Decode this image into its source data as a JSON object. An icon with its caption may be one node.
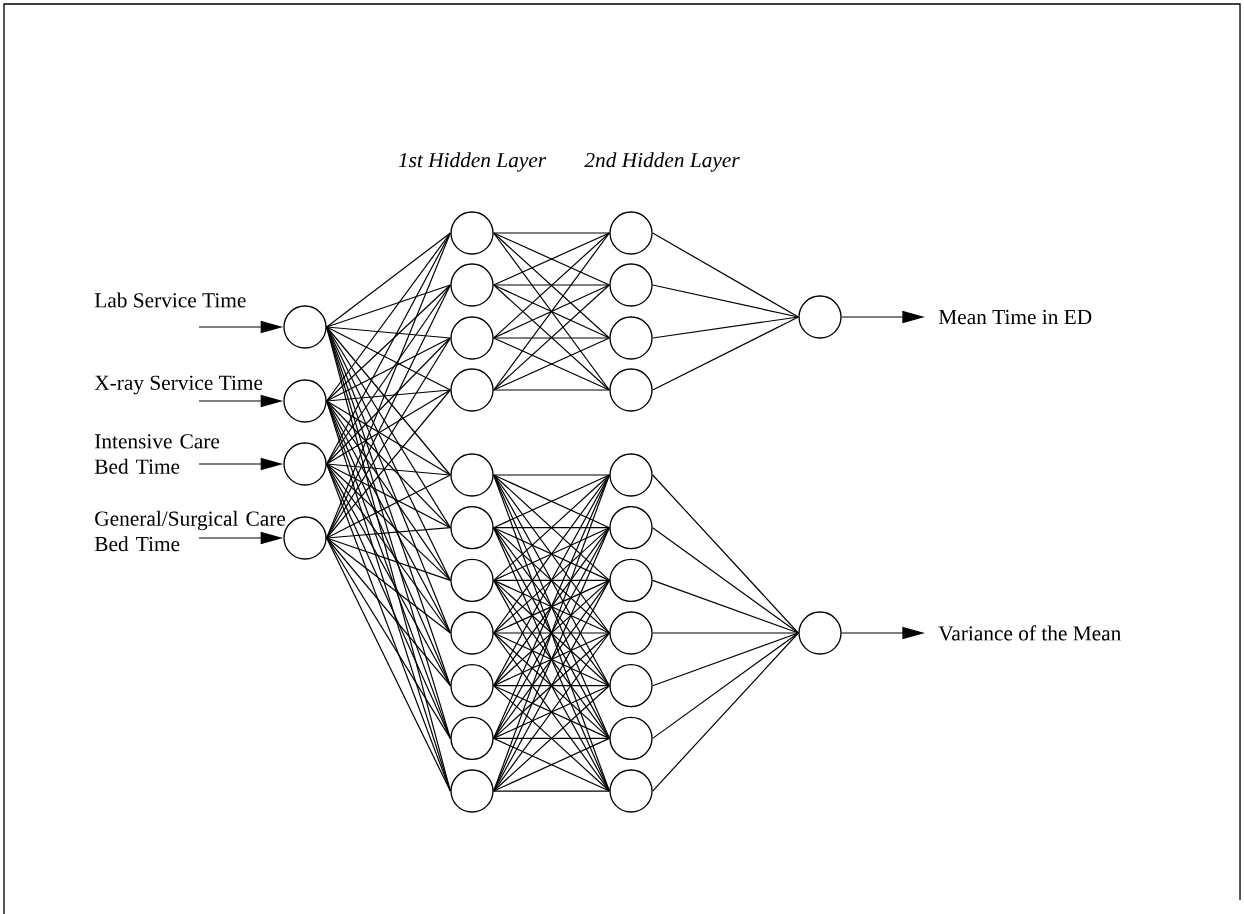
{
  "diagram": {
    "nodes": [
      {
        "text": [],
        "shape": "circle"
      },
      {
        "text": [],
        "shape": "circle"
      },
      {
        "text": [],
        "shape": "circle"
      },
      {
        "text": [],
        "shape": "circle"
      },
      {
        "text": [],
        "shape": "circle"
      },
      {
        "text": [],
        "shape": "circle"
      },
      {
        "text": [],
        "shape": "circle"
      },
      {
        "text": [],
        "shape": "circle"
      },
      {
        "text": [],
        "shape": "circle"
      },
      {
        "text": [],
        "shape": "circle"
      },
      {
        "text": [],
        "shape": "circle"
      },
      {
        "text": [],
        "shape": "circle"
      },
      {
        "text": [],
        "shape": "circle"
      },
      {
        "text": [],
        "shape": "circle"
      },
      {
        "text": [],
        "shape": "circle"
      },
      {
        "text": [],
        "shape": "circle"
      },
      {
        "text": [],
        "shape": "circle"
      },
      {
        "text": [],
        "shape": "circle"
      },
      {
        "text": [],
        "shape": "circle"
      },
      {
        "text": [],
        "shape": "circle"
      },
      {
        "text": [],
        "shape": "circle"
      },
      {
        "text": [],
        "shape": "circle"
      },
      {
        "text": [],
        "shape": "circle"
      },
      {
        "text": [],
        "shape": "circle"
      },
      {
        "text": [],
        "shape": "circle"
      },
      {
        "text": [],
        "shape": "circle"
      },
      {
        "text": [],
        "shape": "circle"
      },
      {
        "text": [],
        "shape": "circle"
      }
    ],
    "edges": [
      {
        "from": null,
        "to": 0,
        "arrow": "to",
        "label": "Lab Service Time"
      },
      {
        "from": null,
        "to": 1,
        "arrow": "to",
        "label": "X-ray Service Time"
      },
      {
        "from": null,
        "to": 2,
        "arrow": "to",
        "label": "Intensive Care Bed Time"
      },
      {
        "from": null,
        "to": 3,
        "arrow": "to",
        "label": "General/Surgical Care Bed Time"
      },
      {
        "from": 0,
        "to": 4,
        "arrow": "none"
      },
      {
        "from": 0,
        "to": 5,
        "arrow": "none"
      },
      {
        "from": 0,
        "to": 6,
        "arrow": "none"
      },
      {
        "from": 0,
        "to": 7,
        "arrow": "none"
      },
      {
        "from": 0,
        "to": 8,
        "arrow": "none"
      },
      {
        "from": 0,
        "to": 9,
        "arrow": "none"
      },
      {
        "from": 0,
        "to": 10,
        "arrow": "none"
      },
      {
        "from": 0,
        "to": 11,
        "arrow": "none"
      },
      {
        "from": 0,
        "to": 12,
        "arrow": "none"
      },
      {
        "from": 0,
        "to": 13,
        "arrow": "none"
      },
      {
        "from": 0,
        "to": 14,
        "arrow": "none"
      },
      {
        "from": 1,
        "to": 4,
        "arrow": "none"
      },
      {
        "from": 1,
        "to": 5,
        "arrow": "none"
      },
      {
        "from": 1,
        "to": 6,
        "arrow": "none"
      },
      {
        "from": 1,
        "to": 7,
        "arrow": "none"
      },
      {
        "from": 1,
        "to": 8,
        "arrow": "none"
      },
      {
        "from": 1,
        "to": 9,
        "arrow": "none"
      },
      {
        "from": 1,
        "to": 10,
        "arrow": "none"
      },
      {
        "from": 1,
        "to": 11,
        "arrow": "none"
      },
      {
        "from": 1,
        "to": 12,
        "arrow": "none"
      },
      {
        "from": 1,
        "to": 13,
        "arrow": "none"
      },
      {
        "from": 1,
        "to": 14,
        "arrow": "none"
      },
      {
        "from": 2,
        "to": 4,
        "arrow": "none"
      },
      {
        "from": 2,
        "to": 5,
        "arrow": "none"
      },
      {
        "from": 2,
        "to": 6,
        "arrow": "none"
      },
      {
        "from": 2,
        "to": 7,
        "arrow": "none"
      },
      {
        "from": 2,
        "to": 8,
        "arrow": "none"
      },
      {
        "from": 2,
        "to": 9,
        "arrow": "none"
      },
      {
        "from": 2,
        "to": 10,
        "arrow": "none"
      },
      {
        "from": 2,
        "to": 11,
        "arrow": "none"
      },
      {
        "from": 2,
        "to": 12,
        "arrow": "none"
      },
      {
        "from": 2,
        "to": 13,
        "arrow": "none"
      },
      {
        "from": 2,
        "to": 14,
        "arrow": "none"
      },
      {
        "from": 3,
        "to": 4,
        "arrow": "none"
      },
      {
        "from": 3,
        "to": 5,
        "arrow": "none"
      },
      {
        "from": 3,
        "to": 6,
        "arrow": "none"
      },
      {
        "from": 3,
        "to": 7,
        "arrow": "none"
      },
      {
        "from": 3,
        "to": 8,
        "arrow": "none"
      },
      {
        "from": 3,
        "to": 9,
        "arrow": "none"
      },
      {
        "from": 3,
        "to": 10,
        "arrow": "none"
      },
      {
        "from": 3,
        "to": 11,
        "arrow": "none"
      },
      {
        "from": 3,
        "to": 12,
        "arrow": "none"
      },
      {
        "from": 3,
        "to": 13,
        "arrow": "none"
      },
      {
        "from": 3,
        "to": 14,
        "arrow": "none"
      },
      {
        "from": 4,
        "to": 15,
        "arrow": "none"
      },
      {
        "from": 4,
        "to": 16,
        "arrow": "none"
      },
      {
        "from": 4,
        "to": 17,
        "arrow": "none"
      },
      {
        "from": 4,
        "to": 18,
        "arrow": "none"
      },
      {
        "from": 5,
        "to": 15,
        "arrow": "none"
      },
      {
        "from": 5,
        "to": 16,
        "arrow": "none"
      },
      {
        "from": 5,
        "to": 17,
        "arrow": "none"
      },
      {
        "from": 5,
        "to": 18,
        "arrow": "none"
      },
      {
        "from": 6,
        "to": 15,
        "arrow": "none"
      },
      {
        "from": 6,
        "to": 16,
        "arrow": "none"
      },
      {
        "from": 6,
        "to": 17,
        "arrow": "none"
      },
      {
        "from": 6,
        "to": 18,
        "arrow": "none"
      },
      {
        "from": 7,
        "to": 15,
        "arrow": "none"
      },
      {
        "from": 7,
        "to": 16,
        "arrow": "none"
      },
      {
        "from": 7,
        "to": 17,
        "arrow": "none"
      },
      {
        "from": 7,
        "to": 18,
        "arrow": "none"
      },
      {
        "from": 8,
        "to": 19,
        "arrow": "none"
      },
      {
        "from": 8,
        "to": 20,
        "arrow": "none"
      },
      {
        "from": 8,
        "to": 21,
        "arrow": "none"
      },
      {
        "from": 8,
        "to": 22,
        "arrow": "none"
      },
      {
        "from": 8,
        "to": 23,
        "arrow": "none"
      },
      {
        "from": 8,
        "to": 24,
        "arrow": "none"
      },
      {
        "from": 8,
        "to": 25,
        "arrow": "none"
      },
      {
        "from": 9,
        "to": 19,
        "arrow": "none"
      },
      {
        "from": 9,
        "to": 20,
        "arrow": "none"
      },
      {
        "from": 9,
        "to": 21,
        "arrow": "none"
      },
      {
        "from": 9,
        "to": 22,
        "arrow": "none"
      },
      {
        "from": 9,
        "to": 23,
        "arrow": "none"
      },
      {
        "from": 9,
        "to": 24,
        "arrow": "none"
      },
      {
        "from": 9,
        "to": 25,
        "arrow": "none"
      },
      {
        "from": 10,
        "to": 19,
        "arrow": "none"
      },
      {
        "from": 10,
        "to": 20,
        "arrow": "none"
      },
      {
        "from": 10,
        "to": 21,
        "arrow": "none"
      },
      {
        "from": 10,
        "to": 22,
        "arrow": "none"
      },
      {
        "from": 10,
        "to": 23,
        "arrow": "none"
      },
      {
        "from": 10,
        "to": 24,
        "arrow": "none"
      },
      {
        "from": 10,
        "to": 25,
        "arrow": "none"
      },
      {
        "from": 11,
        "to": 19,
        "arrow": "none"
      },
      {
        "from": 11,
        "to": 20,
        "arrow": "none"
      },
      {
        "from": 11,
        "to": 21,
        "arrow": "none"
      },
      {
        "from": 11,
        "to": 22,
        "arrow": "none"
      },
      {
        "from": 11,
        "to": 23,
        "arrow": "none"
      },
      {
        "from": 11,
        "to": 24,
        "arrow": "none"
      },
      {
        "from": 11,
        "to": 25,
        "arrow": "none"
      },
      {
        "from": 12,
        "to": 19,
        "arrow": "none"
      },
      {
        "from": 12,
        "to": 20,
        "arrow": "none"
      },
      {
        "from": 12,
        "to": 21,
        "arrow": "none"
      },
      {
        "from": 12,
        "to": 22,
        "arrow": "none"
      },
      {
        "from": 12,
        "to": 23,
        "arrow": "none"
      },
      {
        "from": 12,
        "to": 24,
        "arrow": "none"
      },
      {
        "from": 12,
        "to": 25,
        "arrow": "none"
      },
      {
        "from": 13,
        "to": 19,
        "arrow": "none"
      },
      {
        "from": 13,
        "to": 20,
        "arrow": "none"
      },
      {
        "from": 13,
        "to": 21,
        "arrow": "none"
      },
      {
        "from": 13,
        "to": 22,
        "arrow": "none"
      },
      {
        "from": 13,
        "to": 23,
        "arrow": "none"
      },
      {
        "from": 13,
        "to": 24,
        "arrow": "none"
      },
      {
        "from": 13,
        "to": 25,
        "arrow": "none"
      },
      {
        "from": 14,
        "to": 19,
        "arrow": "none"
      },
      {
        "from": 14,
        "to": 20,
        "arrow": "none"
      },
      {
        "from": 14,
        "to": 21,
        "arrow": "none"
      },
      {
        "from": 14,
        "to": 22,
        "arrow": "none"
      },
      {
        "from": 14,
        "to": 23,
        "arrow": "none"
      },
      {
        "from": 14,
        "to": 24,
        "arrow": "none"
      },
      {
        "from": 14,
        "to": 25,
        "arrow": "none"
      },
      {
        "from": 15,
        "to": 26,
        "arrow": "none"
      },
      {
        "from": 16,
        "to": 26,
        "arrow": "none"
      },
      {
        "from": 17,
        "to": 26,
        "arrow": "none"
      },
      {
        "from": 18,
        "to": 26,
        "arrow": "none"
      },
      {
        "from": 19,
        "to": 27,
        "arrow": "none"
      },
      {
        "from": 20,
        "to": 27,
        "arrow": "none"
      },
      {
        "from": 21,
        "to": 27,
        "arrow": "none"
      },
      {
        "from": 22,
        "to": 27,
        "arrow": "none"
      },
      {
        "from": 23,
        "to": 27,
        "arrow": "none"
      },
      {
        "from": 24,
        "to": 27,
        "arrow": "none"
      },
      {
        "from": 25,
        "to": 27,
        "arrow": "none"
      },
      {
        "from": 26,
        "to": null,
        "arrow": "to",
        "label": "Mean Time in ED"
      },
      {
        "from": 27,
        "to": null,
        "arrow": "to",
        "label": "Variance of the Mean"
      }
    ],
    "labels": [
      "1st Hidden Layer",
      "2nd Hidden Layer"
    ]
  }
}
